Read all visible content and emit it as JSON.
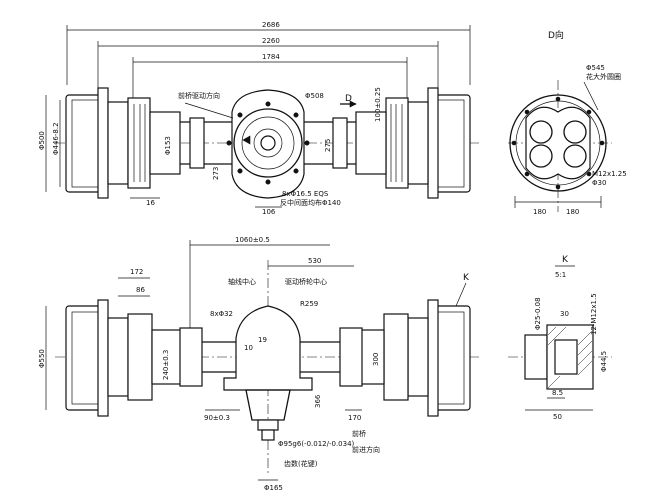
{
  "dims_top": {
    "overall": "2686",
    "mid": "2260",
    "inner": "1784",
    "hub_dia": "Φ508",
    "right_offset": "100±0.25",
    "flange_dia": "Φ500",
    "flange_dia2": "Φ446-8.2",
    "side_16": "16",
    "center_106": "106",
    "left_h": "Φ153",
    "left_h2": "273",
    "right_h": "275",
    "bolts": "8xΦ16.5 EQS",
    "bolts_note": "反中间面均布Φ140",
    "arrow_note": "前桥驱动方向",
    "view_D_mark": "D"
  },
  "view_D": {
    "title": "D向",
    "dia": "Φ545",
    "dia_note": "花大外圆圈",
    "thread": "M12x1.25",
    "thread_dia": "Φ30",
    "w_left": "180",
    "w_right": "180"
  },
  "dims_bottom": {
    "d172": "172",
    "d86": "86",
    "d1060": "1060±0.5",
    "d530": "530",
    "holes": "8xΦ32",
    "label_center": "轴线中心",
    "label_center2": "驱动桥轮中心",
    "r259": "R259",
    "d10": "10",
    "d19": "19",
    "flange_dia": "Φ550",
    "d240": "240±0.3",
    "d90": "90±0.3",
    "d300": "300",
    "d366": "366",
    "d170": "170",
    "shaft_dims": "Φ95g6(-0.012/-0.034)",
    "spline": "齿数(花键)",
    "d165": "Φ165",
    "legend1": "前桥",
    "legend2": "前进方向",
    "k_mark": "K"
  },
  "detail_K": {
    "title": "K",
    "scale": "5:1",
    "d25": "Φ25-0.08",
    "d30": "30",
    "thread": "12-M12x1.5",
    "d44": "Φ44.5",
    "d8": "8.5",
    "d50": "50"
  }
}
